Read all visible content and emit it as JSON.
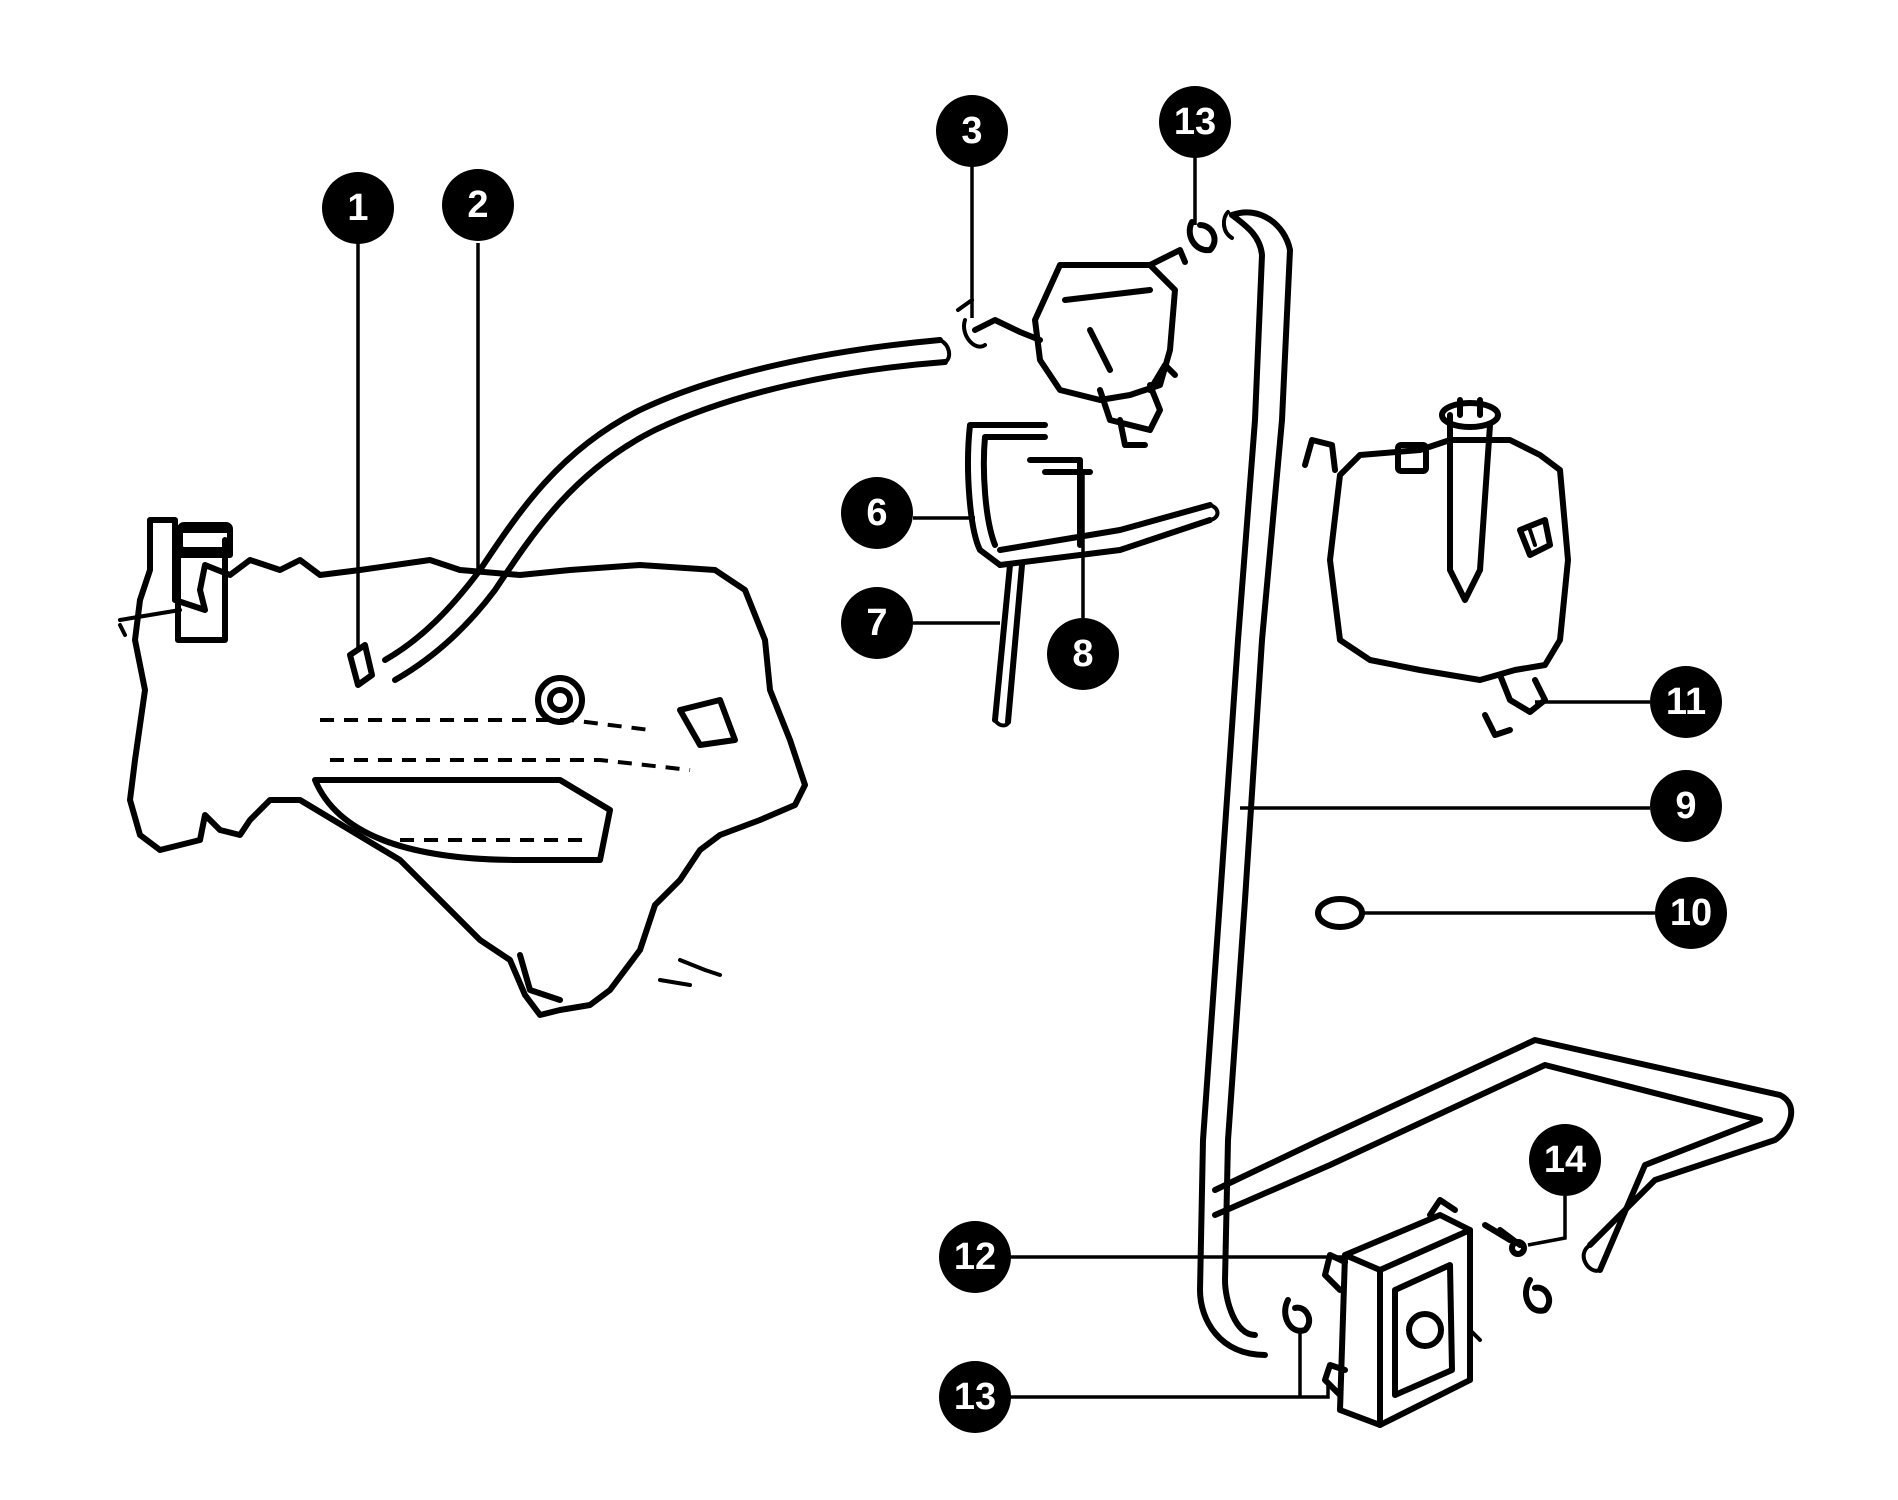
{
  "callouts": [
    {
      "id": "c1",
      "label": "1"
    },
    {
      "id": "c2",
      "label": "2"
    },
    {
      "id": "c3",
      "label": "3"
    },
    {
      "id": "c13a",
      "label": "13"
    },
    {
      "id": "c6",
      "label": "6"
    },
    {
      "id": "c7",
      "label": "7"
    },
    {
      "id": "c8",
      "label": "8"
    },
    {
      "id": "c11",
      "label": "11"
    },
    {
      "id": "c9",
      "label": "9"
    },
    {
      "id": "c10",
      "label": "10"
    },
    {
      "id": "c14",
      "label": "14"
    },
    {
      "id": "c12",
      "label": "12"
    },
    {
      "id": "c13b",
      "label": "13"
    }
  ],
  "colors": {
    "line": "#000000",
    "background": "#ffffff",
    "callout_text": "#ffffff"
  }
}
